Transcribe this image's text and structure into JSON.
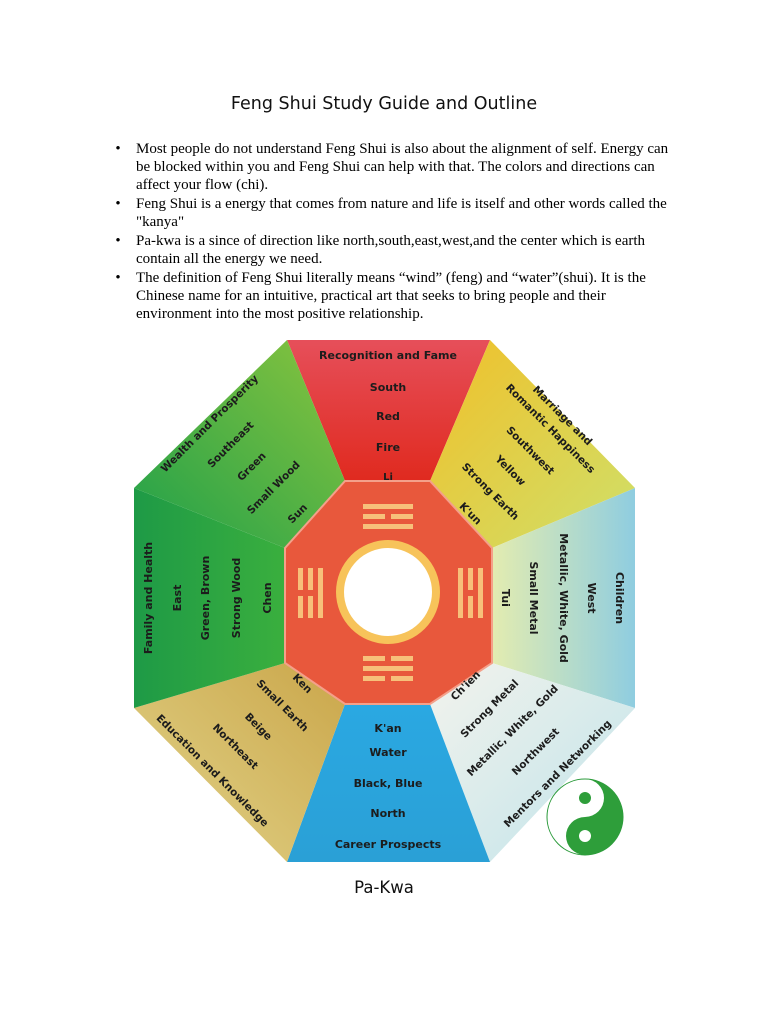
{
  "title": "Feng Shui Study Guide and Outline",
  "bullets": [
    "Most people do not understand Feng Shui is also about the alignment of self. Energy can be blocked within you and Feng Shui can help with that. The colors and directions can affect your flow (chi).",
    "Feng Shui is a energy that comes from nature and life is itself and other words called the \"kanya\"",
    "Pa-kwa is a since of direction like north,south,east,west,and the center which is earth contain all the energy we need.",
    "The definition of Feng Shui literally means “wind” (feng) and “water”(shui). It is the Chinese name for an intuitive, practical art that seeks to bring people and their environment into the most positive relationship."
  ],
  "bullet_symbol": "•",
  "caption": "Pa-Kwa",
  "pakwa": {
    "south": [
      "Recognition and Fame",
      "South",
      "Red",
      "Fire",
      "Li"
    ],
    "southeast": [
      "Wealth and Prosperity",
      "Southeast",
      "Green",
      "Small Wood",
      "Sun"
    ],
    "southwest": [
      "Marriage and",
      "Romantic Happiness",
      "Southwest",
      "Yellow",
      "Strong Earth",
      "K'un"
    ],
    "east": [
      "Family and Health",
      "East",
      "Green, Brown",
      "Strong Wood",
      "Chen"
    ],
    "west": [
      "Children",
      "West",
      "Metallic, White, Gold",
      "Small Metal",
      "Tui"
    ],
    "northeast": [
      "Education and Knowledge",
      "Northeast",
      "Beige",
      "Small Earth",
      "Ken"
    ],
    "north": [
      "K'an",
      "Water",
      "Black, Blue",
      "North",
      "Career Prospects"
    ],
    "northwest": [
      "Mentors and Networking",
      "Northwest",
      "Metallic, White, Gold",
      "Strong Metal",
      "Ch'ien"
    ]
  },
  "colors": {
    "south": "#e4312c",
    "southeast": "#3db54a",
    "southwest": "#d6dc3c",
    "east": "#1f9a48",
    "west": "#bfe0cc",
    "northeast": "#c9a851",
    "north": "#2aa3dc",
    "northwest": "#e6ede6",
    "center_ring": "#e85a3a",
    "text": "#1c1c1c"
  }
}
